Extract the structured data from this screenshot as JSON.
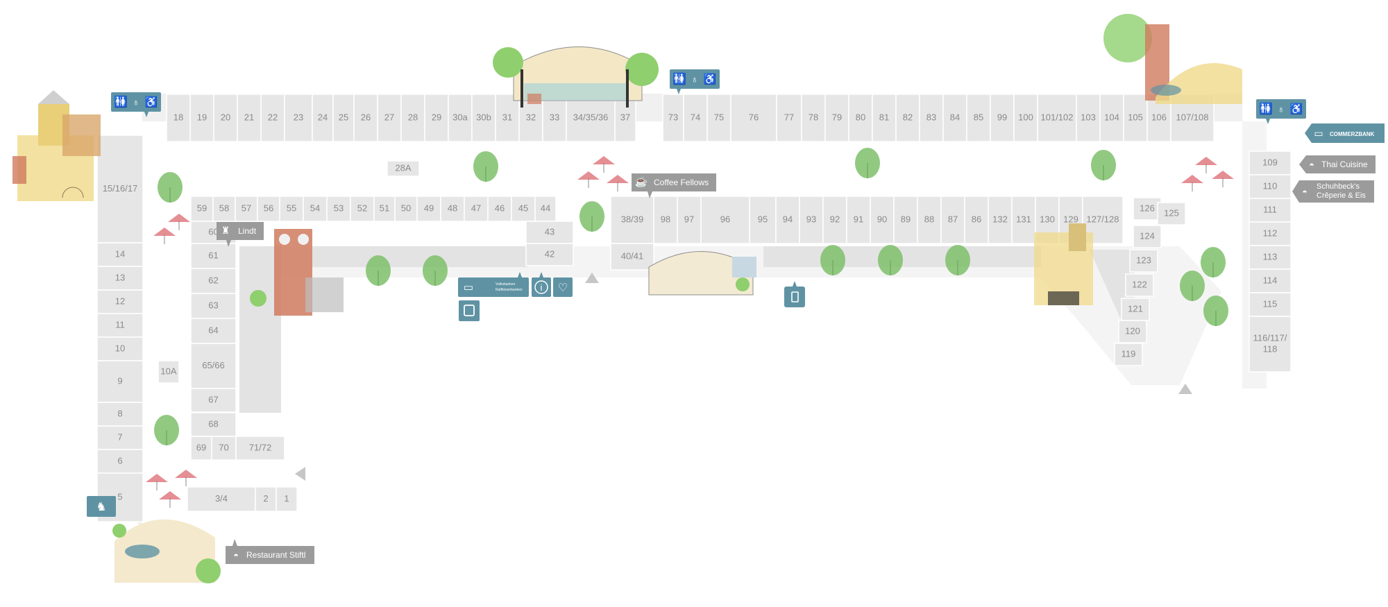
{
  "map": {
    "colors": {
      "unit_fill": "#e7e6e6",
      "walkway": "#f1f0f0",
      "service_teal": "#5f93a4",
      "poi_gray": "#9b9b9b",
      "tree_green": "#7ec06b",
      "umbrella_red": "#e07a80",
      "building_red": "#d07a5e",
      "building_yellow": "#f0d98a"
    },
    "units": [
      "18",
      "19",
      "20",
      "21",
      "22",
      "23",
      "24",
      "25",
      "26",
      "27",
      "28",
      "29",
      "30a",
      "30b",
      "31",
      "32",
      "33",
      "34/35/36",
      "37",
      "73",
      "74",
      "75",
      "76",
      "77",
      "78",
      "79",
      "80",
      "81",
      "82",
      "83",
      "84",
      "85",
      "99",
      "100",
      "101/102",
      "103",
      "104",
      "105",
      "106",
      "107/108",
      "109",
      "110",
      "111",
      "112",
      "113",
      "114",
      "115",
      "116/117/ 118",
      "15/16/17",
      "14",
      "13",
      "12",
      "11",
      "10",
      "9",
      "8",
      "7",
      "6",
      "5",
      "59",
      "58",
      "57",
      "56",
      "55",
      "54",
      "53",
      "52",
      "51",
      "50",
      "49",
      "48",
      "47",
      "46",
      "45",
      "44",
      "43",
      "42",
      "60",
      "61",
      "62",
      "63",
      "64",
      "65/66",
      "67",
      "68",
      "69",
      "70",
      "71/72",
      "10A",
      "28A",
      "3/4",
      "2",
      "1",
      "38/39",
      "98",
      "97",
      "96",
      "95",
      "94",
      "93",
      "92",
      "91",
      "90",
      "89",
      "88",
      "87",
      "86",
      "132",
      "131",
      "130",
      "129",
      "127/128",
      "40/41",
      "126",
      "125",
      "124",
      "123",
      "122",
      "121",
      "120",
      "119"
    ],
    "poi_labels": {
      "coffee": "Coffee Fellows",
      "lindt": "Lindt",
      "thai": "Thai Cuisine",
      "schuhbeck_1": "Schuhbeck's",
      "schuhbeck_2": "Crêperie & Eis",
      "restaurant": "Restaurant Stiftl",
      "commerzbank": "COMMERZBANK",
      "volksbank_1": "Volksbanken",
      "volksbank_2": "Raiffeisenbanken"
    },
    "icons": [
      "restroom-icon",
      "baby-changing-icon",
      "wheelchair-icon",
      "ticket-icon",
      "info-icon",
      "defibrillator-icon",
      "bus-icon",
      "payment-terminal-icon",
      "playground-icon",
      "coffee-cup-icon",
      "chocolate-icon",
      "noodle-bowl-icon",
      "cloche-icon",
      "entrance-arrow-icon",
      "tree-icon",
      "umbrella-icon",
      "building-illustration"
    ]
  }
}
